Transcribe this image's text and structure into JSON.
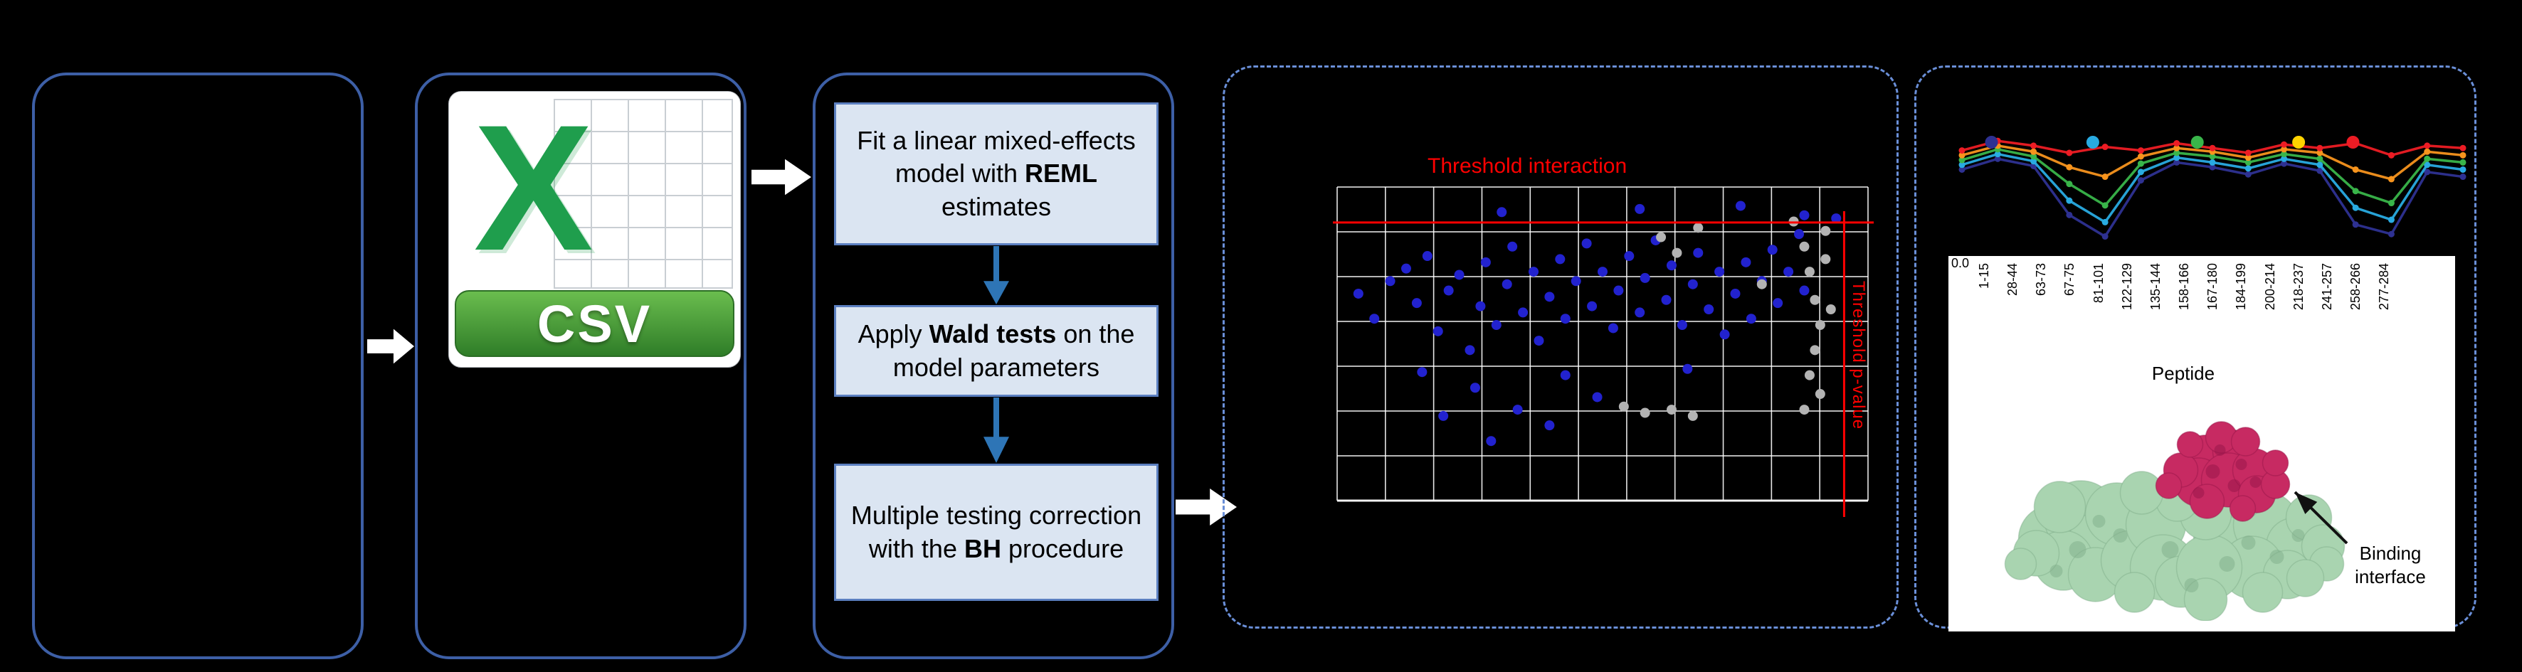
{
  "colors": {
    "background": "#000000",
    "panel_border": "#3d5fa6",
    "dashed_border": "#6a8fd8",
    "flow_arrow": "#ffffff",
    "down_arrow": "#2e75b6",
    "step_fill": "#dbe5f2",
    "step_border": "#5b7fc0",
    "threshold_red": "#ff0000",
    "excel_green": "#1f9e4d",
    "banner_green": "#2f7d28"
  },
  "csv_icon": {
    "letter": "X",
    "label": "CSV"
  },
  "process_steps": [
    {
      "pre": "Fit a linear mixed-effects model with ",
      "bold": "REML",
      "post": " estimates"
    },
    {
      "pre": "Apply ",
      "bold": "Wald tests",
      "post": " on the model parameters"
    },
    {
      "pre": "Multiple testing correction\nwith the ",
      "bold": "BH",
      "post": " procedure"
    }
  ],
  "volcano": {
    "title": "Threshold interaction",
    "vline_label": "Threshold p-value",
    "grid_cols": 11,
    "grid_rows": 7,
    "hline_frac": 0.113,
    "vline_frac": 0.955,
    "significant_color": "#2222cf",
    "nonsignificant_color": "#b3b3b3",
    "significant_points": [
      [
        4,
        34
      ],
      [
        7,
        42
      ],
      [
        10,
        30
      ],
      [
        13,
        26
      ],
      [
        15,
        37
      ],
      [
        17,
        22
      ],
      [
        19,
        46
      ],
      [
        21,
        33
      ],
      [
        23,
        28
      ],
      [
        25,
        52
      ],
      [
        27,
        38
      ],
      [
        28,
        24
      ],
      [
        30,
        44
      ],
      [
        32,
        31
      ],
      [
        33,
        19
      ],
      [
        35,
        40
      ],
      [
        37,
        27
      ],
      [
        38,
        49
      ],
      [
        40,
        35
      ],
      [
        42,
        23
      ],
      [
        43,
        42
      ],
      [
        45,
        30
      ],
      [
        47,
        18
      ],
      [
        48,
        38
      ],
      [
        50,
        27
      ],
      [
        52,
        45
      ],
      [
        53,
        33
      ],
      [
        55,
        22
      ],
      [
        57,
        40
      ],
      [
        58,
        29
      ],
      [
        60,
        17
      ],
      [
        62,
        36
      ],
      [
        63,
        25
      ],
      [
        65,
        44
      ],
      [
        67,
        31
      ],
      [
        68,
        21
      ],
      [
        70,
        39
      ],
      [
        72,
        27
      ],
      [
        73,
        47
      ],
      [
        75,
        34
      ],
      [
        77,
        24
      ],
      [
        78,
        42
      ],
      [
        80,
        30
      ],
      [
        82,
        20
      ],
      [
        83,
        37
      ],
      [
        85,
        27
      ],
      [
        87,
        15
      ],
      [
        88,
        33
      ],
      [
        26,
        64
      ],
      [
        34,
        71
      ],
      [
        43,
        60
      ],
      [
        20,
        73
      ],
      [
        29,
        81
      ],
      [
        49,
        67
      ],
      [
        16,
        59
      ],
      [
        40,
        76
      ],
      [
        66,
        58
      ],
      [
        31,
        8
      ],
      [
        57,
        7
      ],
      [
        76,
        6
      ],
      [
        88,
        9
      ],
      [
        94,
        10
      ]
    ],
    "nonsignificant_points": [
      [
        61,
        16
      ],
      [
        64,
        21
      ],
      [
        68,
        13
      ],
      [
        80,
        31
      ],
      [
        86,
        11
      ],
      [
        88,
        19
      ],
      [
        89,
        27
      ],
      [
        90,
        36
      ],
      [
        91,
        44
      ],
      [
        90,
        52
      ],
      [
        89,
        60
      ],
      [
        91,
        66
      ],
      [
        92,
        23
      ],
      [
        93,
        39
      ],
      [
        88,
        71
      ],
      [
        92,
        14
      ],
      [
        54,
        70
      ],
      [
        58,
        72
      ],
      [
        63,
        71
      ],
      [
        67,
        73
      ]
    ]
  },
  "uptake": {
    "y_tick_label": "0.0",
    "x_axis_label": "Peptide",
    "peptide_labels": [
      "1-15",
      "28-44",
      "63-73",
      "67-75",
      "81-101",
      "122-129",
      "135-144",
      "158-166",
      "167-180",
      "184-199",
      "200-214",
      "218-237",
      "241-257",
      "258-266",
      "277-284"
    ],
    "legend_dots": [
      {
        "color": "#2e3192",
        "x_frac": 0.077
      },
      {
        "color": "#29abe2",
        "x_frac": 0.271
      },
      {
        "color": "#39b54a",
        "x_frac": 0.471
      },
      {
        "color": "#ffd400",
        "x_frac": 0.665
      },
      {
        "color": "#ed1c24",
        "x_frac": 0.769
      }
    ],
    "series": [
      {
        "color": "#2e3192",
        "values": [
          0.64,
          0.73,
          0.67,
          0.26,
          0.08,
          0.55,
          0.7,
          0.66,
          0.6,
          0.69,
          0.63,
          0.18,
          0.1,
          0.62,
          0.58
        ]
      },
      {
        "color": "#29abe2",
        "values": [
          0.68,
          0.77,
          0.71,
          0.38,
          0.2,
          0.62,
          0.74,
          0.7,
          0.65,
          0.73,
          0.68,
          0.32,
          0.22,
          0.68,
          0.64
        ]
      },
      {
        "color": "#39b54a",
        "values": [
          0.72,
          0.81,
          0.75,
          0.52,
          0.34,
          0.69,
          0.78,
          0.75,
          0.7,
          0.77,
          0.73,
          0.46,
          0.36,
          0.73,
          0.7
        ]
      },
      {
        "color": "#f7941d",
        "values": [
          0.76,
          0.84,
          0.79,
          0.66,
          0.58,
          0.75,
          0.82,
          0.79,
          0.74,
          0.81,
          0.78,
          0.64,
          0.56,
          0.79,
          0.76
        ]
      },
      {
        "color": "#ed1c24",
        "values": [
          0.8,
          0.88,
          0.84,
          0.78,
          0.83,
          0.8,
          0.86,
          0.82,
          0.78,
          0.85,
          0.82,
          0.86,
          0.76,
          0.84,
          0.82
        ]
      }
    ]
  },
  "structure": {
    "caption": [
      "Binding",
      "interface"
    ],
    "body_color": "#a9d4b0",
    "body_shade": "#7fae8a",
    "interface_color": "#c72a62",
    "interface_shade": "#99154a",
    "body_blobs": [
      [
        85,
        195,
        48
      ],
      [
        125,
        165,
        52
      ],
      [
        155,
        205,
        50
      ],
      [
        100,
        225,
        42
      ],
      [
        175,
        160,
        44
      ],
      [
        62,
        215,
        32
      ],
      [
        145,
        245,
        38
      ],
      [
        195,
        225,
        42
      ],
      [
        95,
        150,
        36
      ],
      [
        230,
        175,
        42
      ],
      [
        240,
        235,
        46
      ],
      [
        265,
        255,
        36
      ],
      [
        335,
        195,
        52
      ],
      [
        385,
        175,
        46
      ],
      [
        425,
        205,
        40
      ],
      [
        365,
        235,
        44
      ],
      [
        305,
        235,
        46
      ],
      [
        445,
        165,
        32
      ],
      [
        465,
        205,
        30
      ],
      [
        415,
        245,
        34
      ],
      [
        350,
        135,
        32
      ],
      [
        300,
        160,
        36
      ],
      [
        260,
        140,
        30
      ],
      [
        210,
        130,
        30
      ],
      [
        470,
        230,
        24
      ],
      [
        40,
        230,
        22
      ],
      [
        200,
        270,
        28
      ],
      [
        300,
        280,
        30
      ],
      [
        380,
        270,
        28
      ],
      [
        440,
        250,
        26
      ]
    ],
    "body_texture": [
      [
        120,
        210,
        12
      ],
      [
        180,
        190,
        10
      ],
      [
        250,
        210,
        12
      ],
      [
        330,
        230,
        11
      ],
      [
        400,
        220,
        10
      ],
      [
        90,
        240,
        9
      ],
      [
        280,
        260,
        10
      ],
      [
        430,
        190,
        9
      ],
      [
        150,
        170,
        9
      ],
      [
        360,
        200,
        10
      ]
    ],
    "interface_blobs": [
      [
        300,
        85,
        36
      ],
      [
        340,
        72,
        30
      ],
      [
        290,
        115,
        34
      ],
      [
        332,
        112,
        38
      ],
      [
        368,
        98,
        30
      ],
      [
        372,
        132,
        26
      ],
      [
        302,
        142,
        24
      ],
      [
        265,
        98,
        24
      ],
      [
        322,
        52,
        22
      ],
      [
        356,
        58,
        20
      ],
      [
        398,
        118,
        20
      ],
      [
        278,
        62,
        18
      ],
      [
        398,
        88,
        18
      ],
      [
        352,
        152,
        18
      ],
      [
        248,
        120,
        18
      ]
    ],
    "interface_texture": [
      [
        310,
        100,
        10
      ],
      [
        340,
        120,
        9
      ],
      [
        350,
        90,
        8
      ],
      [
        290,
        130,
        8
      ],
      [
        320,
        70,
        8
      ],
      [
        370,
        115,
        8
      ]
    ]
  }
}
